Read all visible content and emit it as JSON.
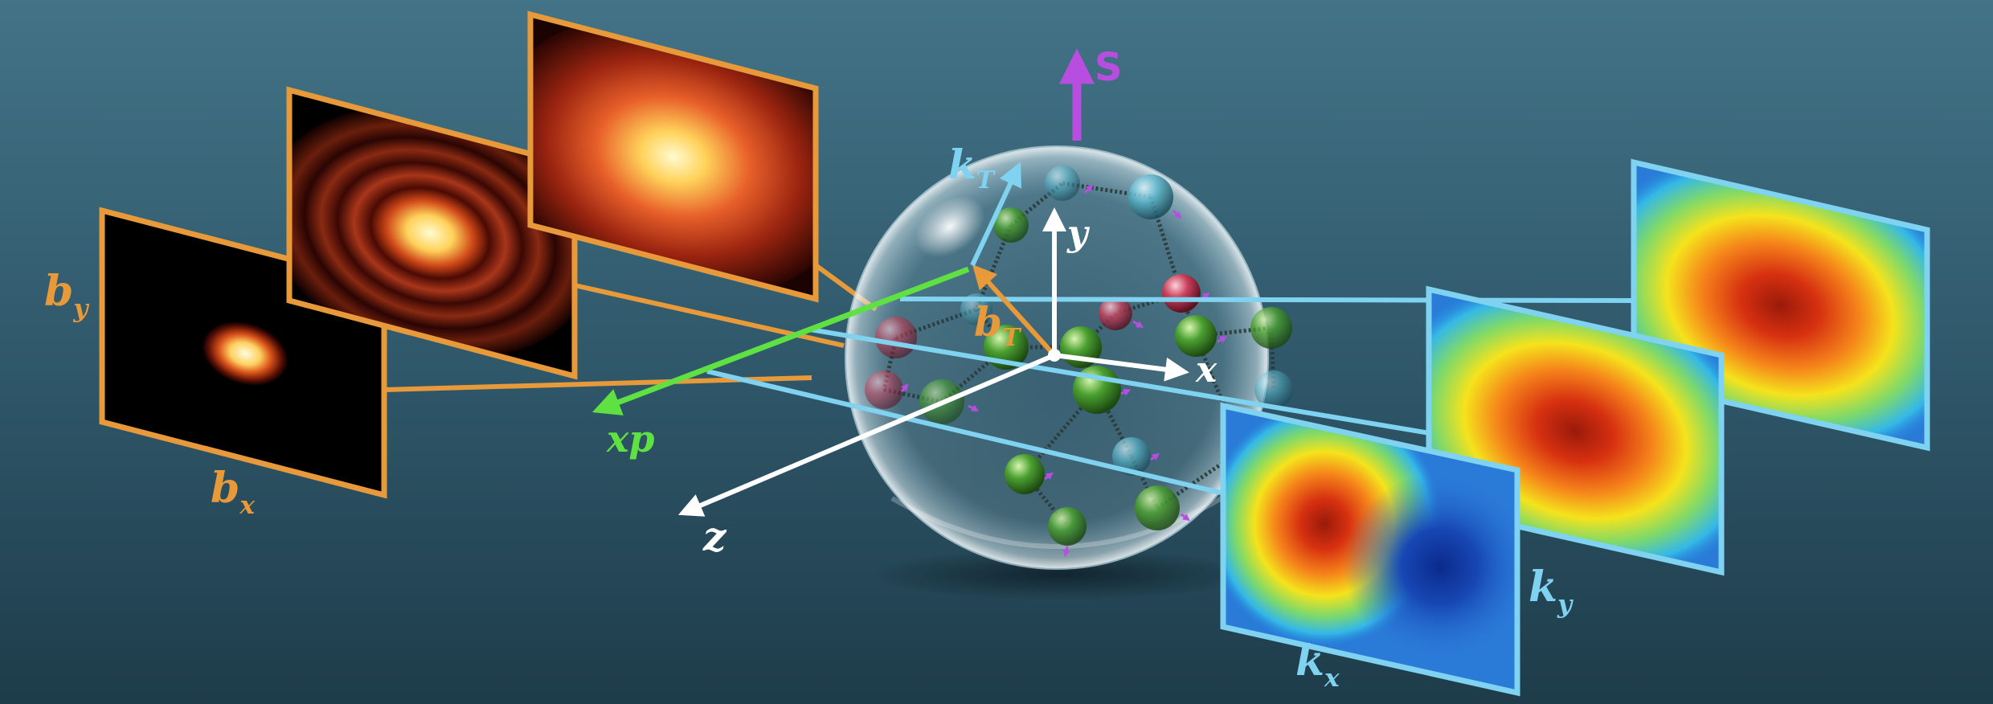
{
  "colors": {
    "background_top": "#437387",
    "background_bottom": "#1e3c4a",
    "frame_orange": "#e89a3a",
    "frame_blue": "#7fd3f0",
    "label_orange": "#e89a3a",
    "label_blue": "#7fd3f0",
    "axis_white": "#ffffff",
    "xp_green": "#5fe043",
    "spin_magenta": "#b84ee0"
  },
  "labels": {
    "by_main": "b",
    "by_sub": "y",
    "bx_main": "b",
    "bx_sub": "x",
    "ky_main": "k",
    "ky_sub": "y",
    "kx_main": "k",
    "kx_sub": "x",
    "kT_main": "k",
    "kT_sub": "T",
    "bT_main": "b",
    "bT_sub": "T",
    "xp": "xp",
    "axis_x": "x",
    "axis_y": "y",
    "axis_z": "z",
    "spin": "S"
  },
  "icons": {
    "proton_sphere": "proton-sphere-icon",
    "parton": "parton-ball-icon"
  }
}
